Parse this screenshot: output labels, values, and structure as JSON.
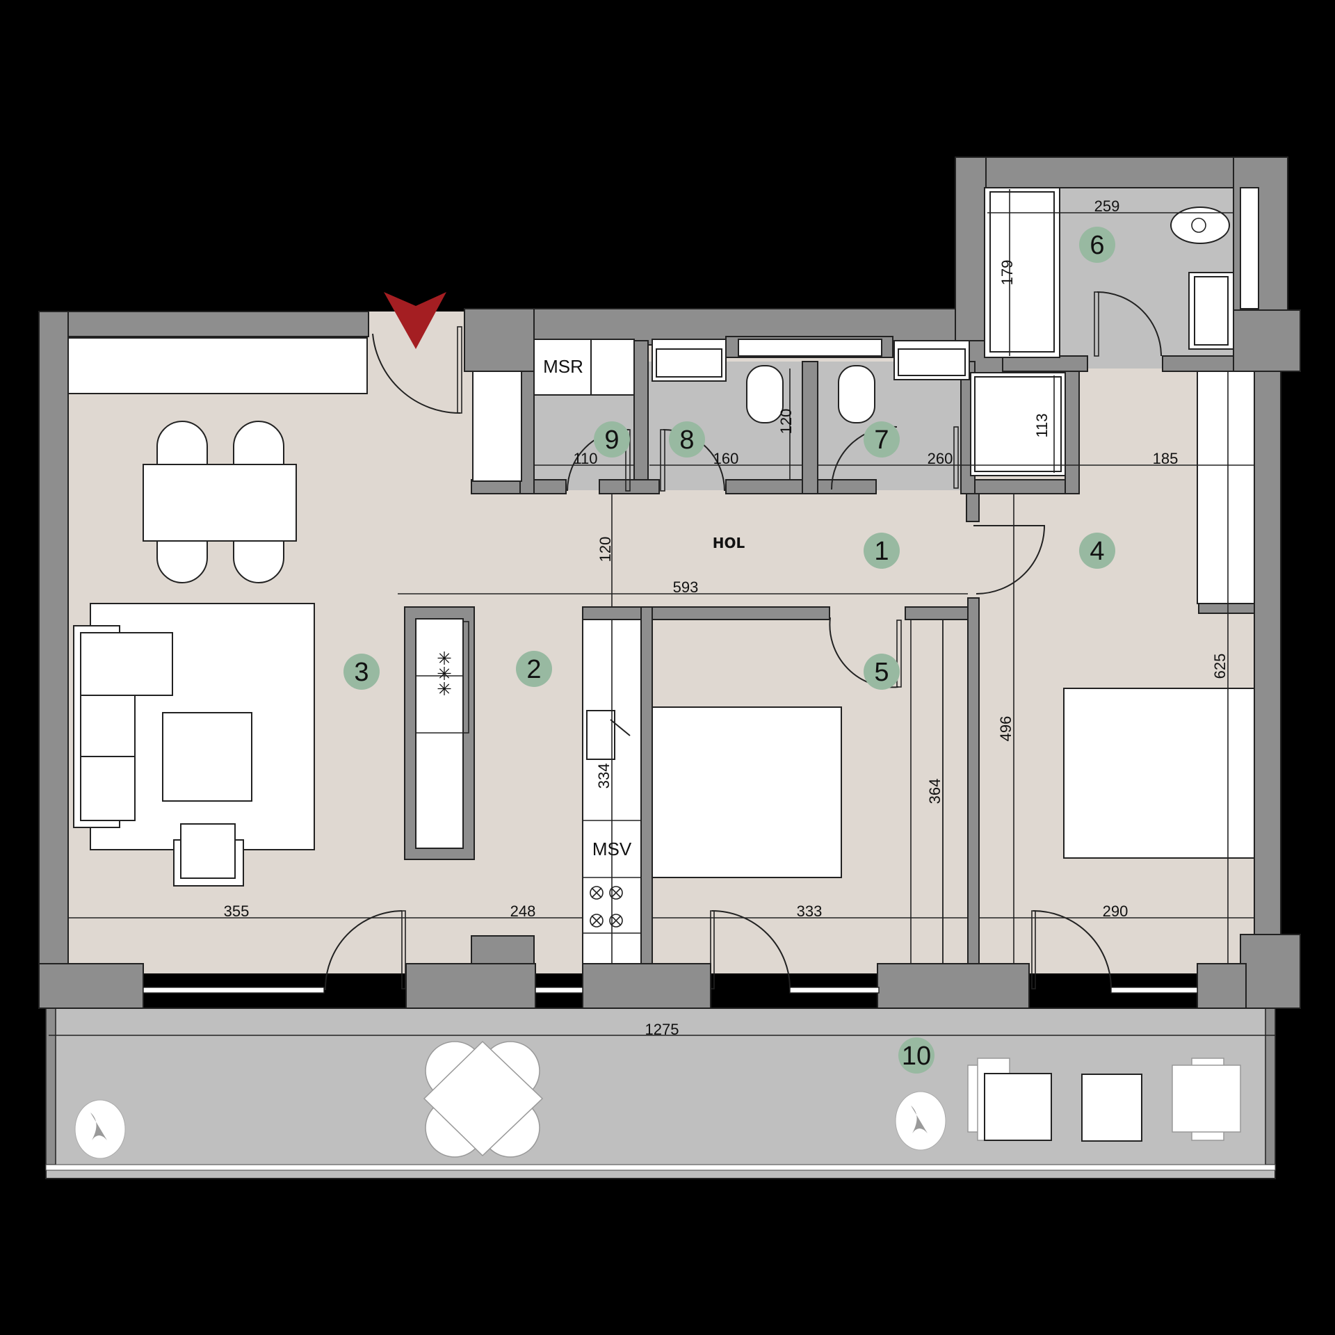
{
  "plan": {
    "background": "#000000",
    "colors": {
      "wall": "#8e8e8e",
      "floor_living": "#dfd8d1",
      "floor_wet": "#c0c0c0",
      "terrace": "#bfbfbf",
      "room_badge": "#98b9a1",
      "entry_arrow": "#a41e22"
    },
    "entry": {
      "icon": "entry-arrow-icon"
    },
    "area_labels": {
      "hall": "HOL",
      "msr": "MSR",
      "msv": "MSV"
    },
    "rooms": [
      {
        "number": "1",
        "name": "hall"
      },
      {
        "number": "2",
        "name": "kitchen"
      },
      {
        "number": "3",
        "name": "living-room"
      },
      {
        "number": "4",
        "name": "bedroom-large"
      },
      {
        "number": "5",
        "name": "bedroom-small"
      },
      {
        "number": "6",
        "name": "bathroom"
      },
      {
        "number": "7",
        "name": "wc-2"
      },
      {
        "number": "8",
        "name": "wc-1"
      },
      {
        "number": "9",
        "name": "storage"
      },
      {
        "number": "10",
        "name": "terrace"
      }
    ],
    "dimensions": {
      "bath_width": "259",
      "bath_length": "179",
      "storage_width": "110",
      "wc1_width": "160",
      "wc1_depth": "120",
      "wc2_width": "260",
      "shower": "113",
      "wardrobe_width": "185",
      "hall_depth": "120",
      "hall_length": "593",
      "bedroom_large_depth": "625",
      "bedroom_small_depth": "496",
      "closet_depth": "364",
      "kitchen_length": "334",
      "living_width": "355",
      "kitchen_width": "248",
      "bedroom_small_width": "333",
      "bedroom_large_width": "290",
      "terrace_length": "1275"
    }
  }
}
